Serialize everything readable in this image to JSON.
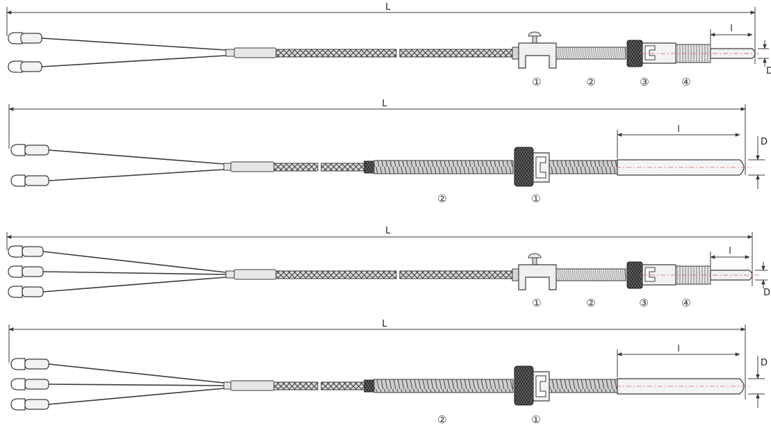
{
  "colors": {
    "line": "#3a3a3a",
    "metal": "#e6e6e6",
    "metal_dark": "#bdbdbd",
    "knurl": "#2b2b2b",
    "accent": "#e05a5a"
  },
  "icons": [
    "spade-terminal-icon",
    "hex-nut-icon",
    "screw-icon",
    "thread-icon"
  ],
  "labels": {
    "length_total": "L",
    "length_probe": "l",
    "diameter": "D",
    "c1": "①",
    "c2": "②",
    "c3": "③",
    "c4": "④"
  }
}
